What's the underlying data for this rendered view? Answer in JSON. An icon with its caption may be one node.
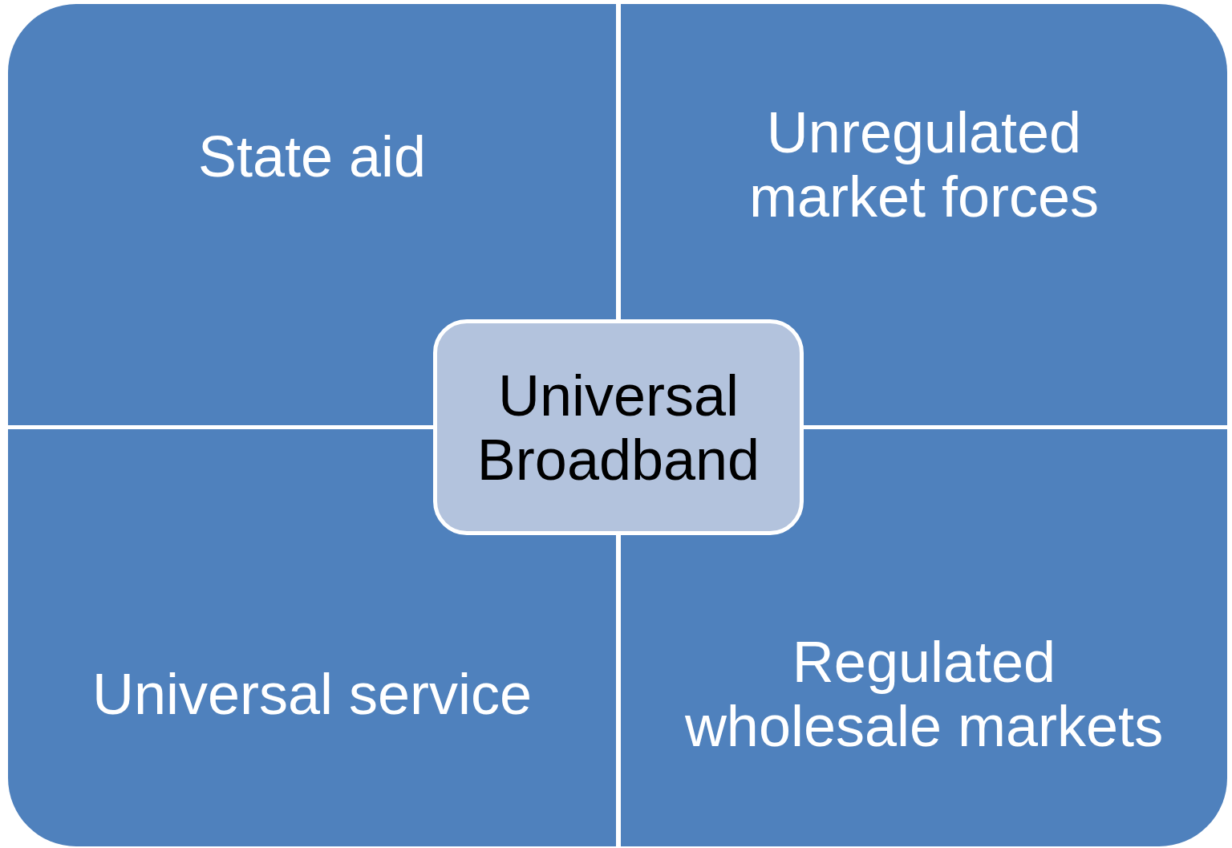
{
  "diagram": {
    "nodes": [
      {
        "text": [
          "State aid"
        ]
      },
      {
        "text": [
          "Unregulated market forces"
        ]
      },
      {
        "text": [
          "Universal Broadband"
        ]
      },
      {
        "text": [
          "Universal service"
        ]
      },
      {
        "text": [
          "Regulated wholesale markets"
        ]
      }
    ]
  }
}
